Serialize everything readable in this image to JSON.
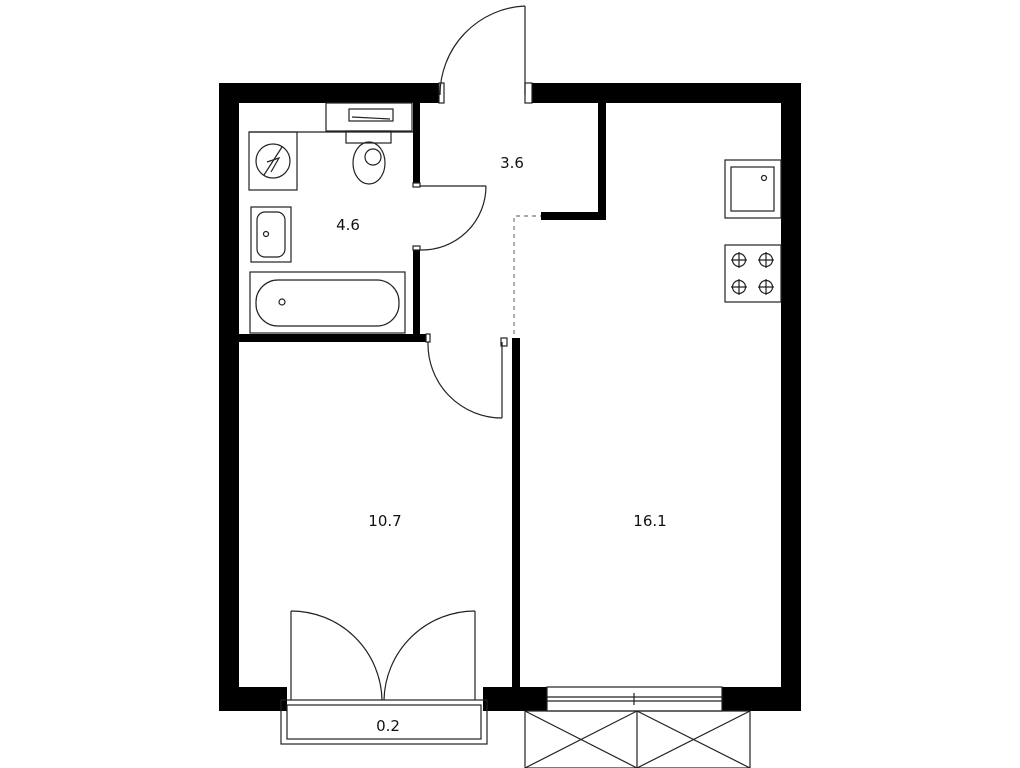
{
  "rooms": {
    "bathroom": {
      "area": "4.6"
    },
    "hallway": {
      "area": "3.6"
    },
    "bedroom": {
      "area": "10.7"
    },
    "living": {
      "area": "16.1"
    },
    "balcony": {
      "area": "0.2"
    }
  },
  "colors": {
    "wall": "#000000",
    "line": "#222222",
    "background": "#ffffff"
  }
}
